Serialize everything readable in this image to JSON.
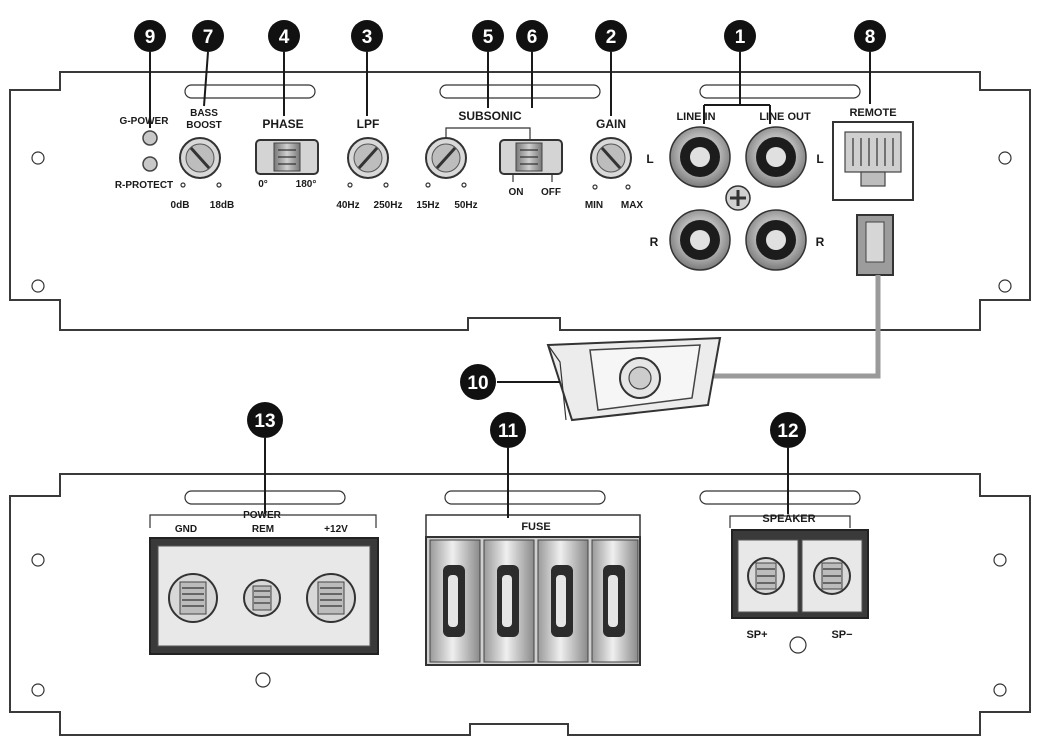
{
  "top_panel": {
    "g_power": "G-POWER",
    "r_protect": "R-PROTECT",
    "bass_boost_line1": "BASS",
    "bass_boost_line2": "BOOST",
    "bass_min": "0dB",
    "bass_max": "18dB",
    "phase": "PHASE",
    "phase_min": "0°",
    "phase_max": "180°",
    "lpf": "LPF",
    "lpf_min": "40Hz",
    "lpf_max": "250Hz",
    "subsonic": "SUBSONIC",
    "subsonic_min": "15Hz",
    "subsonic_max": "50Hz",
    "subsonic_on": "ON",
    "subsonic_off": "OFF",
    "gain": "GAIN",
    "gain_min": "MIN",
    "gain_max": "MAX",
    "gain_l": "L",
    "line_in": "LINE IN",
    "line_out": "LINE OUT",
    "out_l": "L",
    "in_r": "R",
    "out_r": "R",
    "remote": "REMOTE"
  },
  "bottom_panel": {
    "power": "POWER",
    "gnd": "GND",
    "rem": "REM",
    "plus12v": "+12V",
    "fuse": "FUSE",
    "speaker": "SPEAKER",
    "sp_plus": "SP+",
    "sp_minus": "SP−"
  },
  "callouts": {
    "c1": "1",
    "c2": "2",
    "c3": "3",
    "c4": "4",
    "c5": "5",
    "c6": "6",
    "c7": "7",
    "c8": "8",
    "c9": "9",
    "c10": "10",
    "c11": "11",
    "c12": "12",
    "c13": "13"
  }
}
